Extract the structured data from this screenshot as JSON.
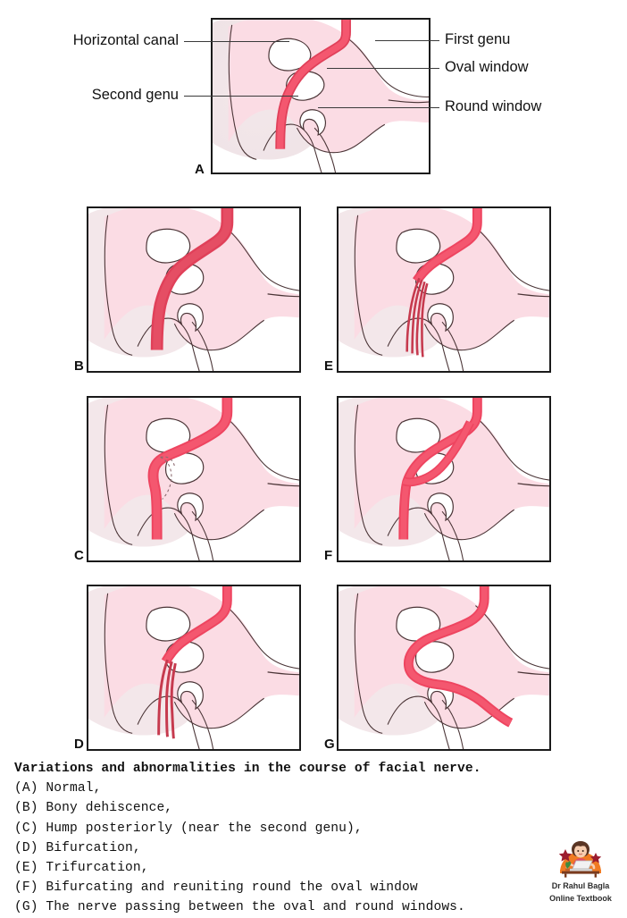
{
  "figure": {
    "caption_title": "Variations and abnormalities in the course of facial nerve.",
    "items": [
      "(A) Normal,",
      "(B) Bony dehiscence,",
      "(C) Hump posteriorly (near the second genu),",
      "(D) Bifurcation,",
      "(E) Trifurcation,",
      "(F) Bifurcating and reuniting round the oval window",
      "(G) The nerve passing between the oval and round windows."
    ]
  },
  "panels": [
    {
      "letter": "A",
      "variant": "normal"
    },
    {
      "letter": "B",
      "variant": "bony-dehiscence"
    },
    {
      "letter": "E",
      "variant": "trifurcation"
    },
    {
      "letter": "C",
      "variant": "hump-posteriorly"
    },
    {
      "letter": "F",
      "variant": "bifurcating-reuniting"
    },
    {
      "letter": "D",
      "variant": "bifurcation"
    },
    {
      "letter": "G",
      "variant": "between-windows"
    }
  ],
  "callouts": {
    "horizontal_canal": "Horizontal canal",
    "second_genu": "Second genu",
    "first_genu": "First genu",
    "oval_window": "Oval window",
    "round_window": "Round window"
  },
  "logo": {
    "line1": "Dr Rahul Bagla",
    "line2": "Online Textbook"
  },
  "colors": {
    "nerve_fill": "#ee4560",
    "nerve_stroke": "#b33242",
    "tissue_pink": "#fbdce4",
    "tissue_pink_light": "#f7e4e9",
    "outline": "#4a3436",
    "panel_border": "#1a1a1a",
    "logo_orange": "#f07a22",
    "text": "#111111"
  }
}
